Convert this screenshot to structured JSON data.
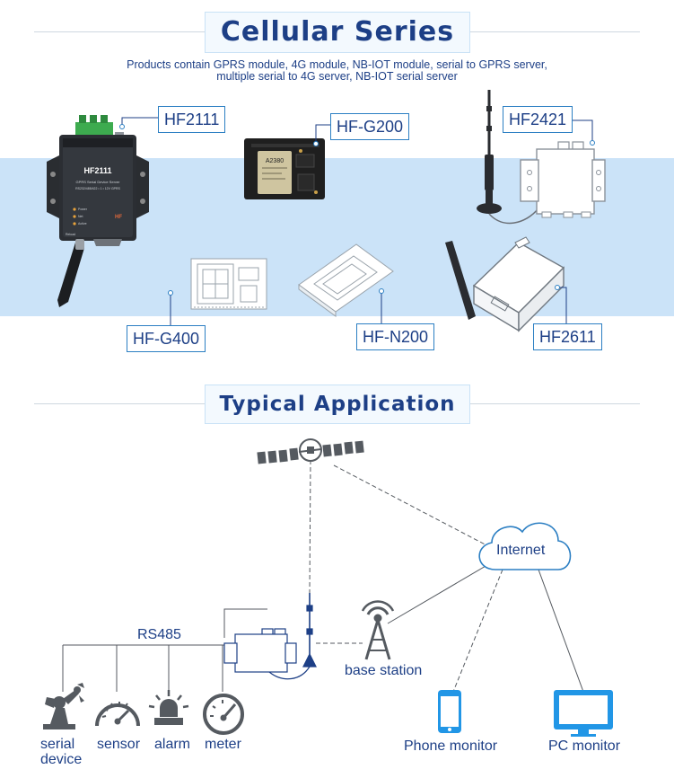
{
  "header": {
    "title": "Cellular Series",
    "subtitle_line1": "Products contain GPRS module, 4G module, NB-IOT module, serial to GPRS server,",
    "subtitle_line2": "multiple serial to 4G server, NB-IOT serial server"
  },
  "products": [
    {
      "label": "HF2111"
    },
    {
      "label": "HF-G200"
    },
    {
      "label": "HF2421"
    },
    {
      "label": "HF-G400"
    },
    {
      "label": "HF-N200"
    },
    {
      "label": "HF2611"
    }
  ],
  "device_text": {
    "hf2111_name": "HF2111",
    "hf2111_desc": "GPRS Serial Device Server",
    "hf2111_ports": "RS232/485/422 • 1 • 12V GPRS",
    "hf2111_led1": "Power",
    "hf2111_led2": "Net",
    "hf2111_led3": "Active",
    "hf2111_brand": "HF",
    "hf2111_bottom1": "Reload",
    "g200_chip": "A2380"
  },
  "application": {
    "title": "Typical Application",
    "rs485": "RS485",
    "internet": "Internet",
    "base_station": "base station",
    "phone_monitor": "Phone monitor",
    "pc_monitor": "PC monitor",
    "devices": [
      {
        "label_line1": "serial",
        "label_line2": "device",
        "icon": "robot-arm-icon"
      },
      {
        "label_line1": "sensor",
        "label_line2": "",
        "icon": "gauge-icon"
      },
      {
        "label_line1": "alarm",
        "label_line2": "",
        "icon": "siren-icon"
      },
      {
        "label_line1": "meter",
        "label_line2": "",
        "icon": "meter-icon"
      }
    ]
  },
  "colors": {
    "navy": "#1d3f86",
    "accent_blue": "#2c7fc3",
    "band": "#cbe3f8",
    "icon_grey": "#555a60"
  }
}
